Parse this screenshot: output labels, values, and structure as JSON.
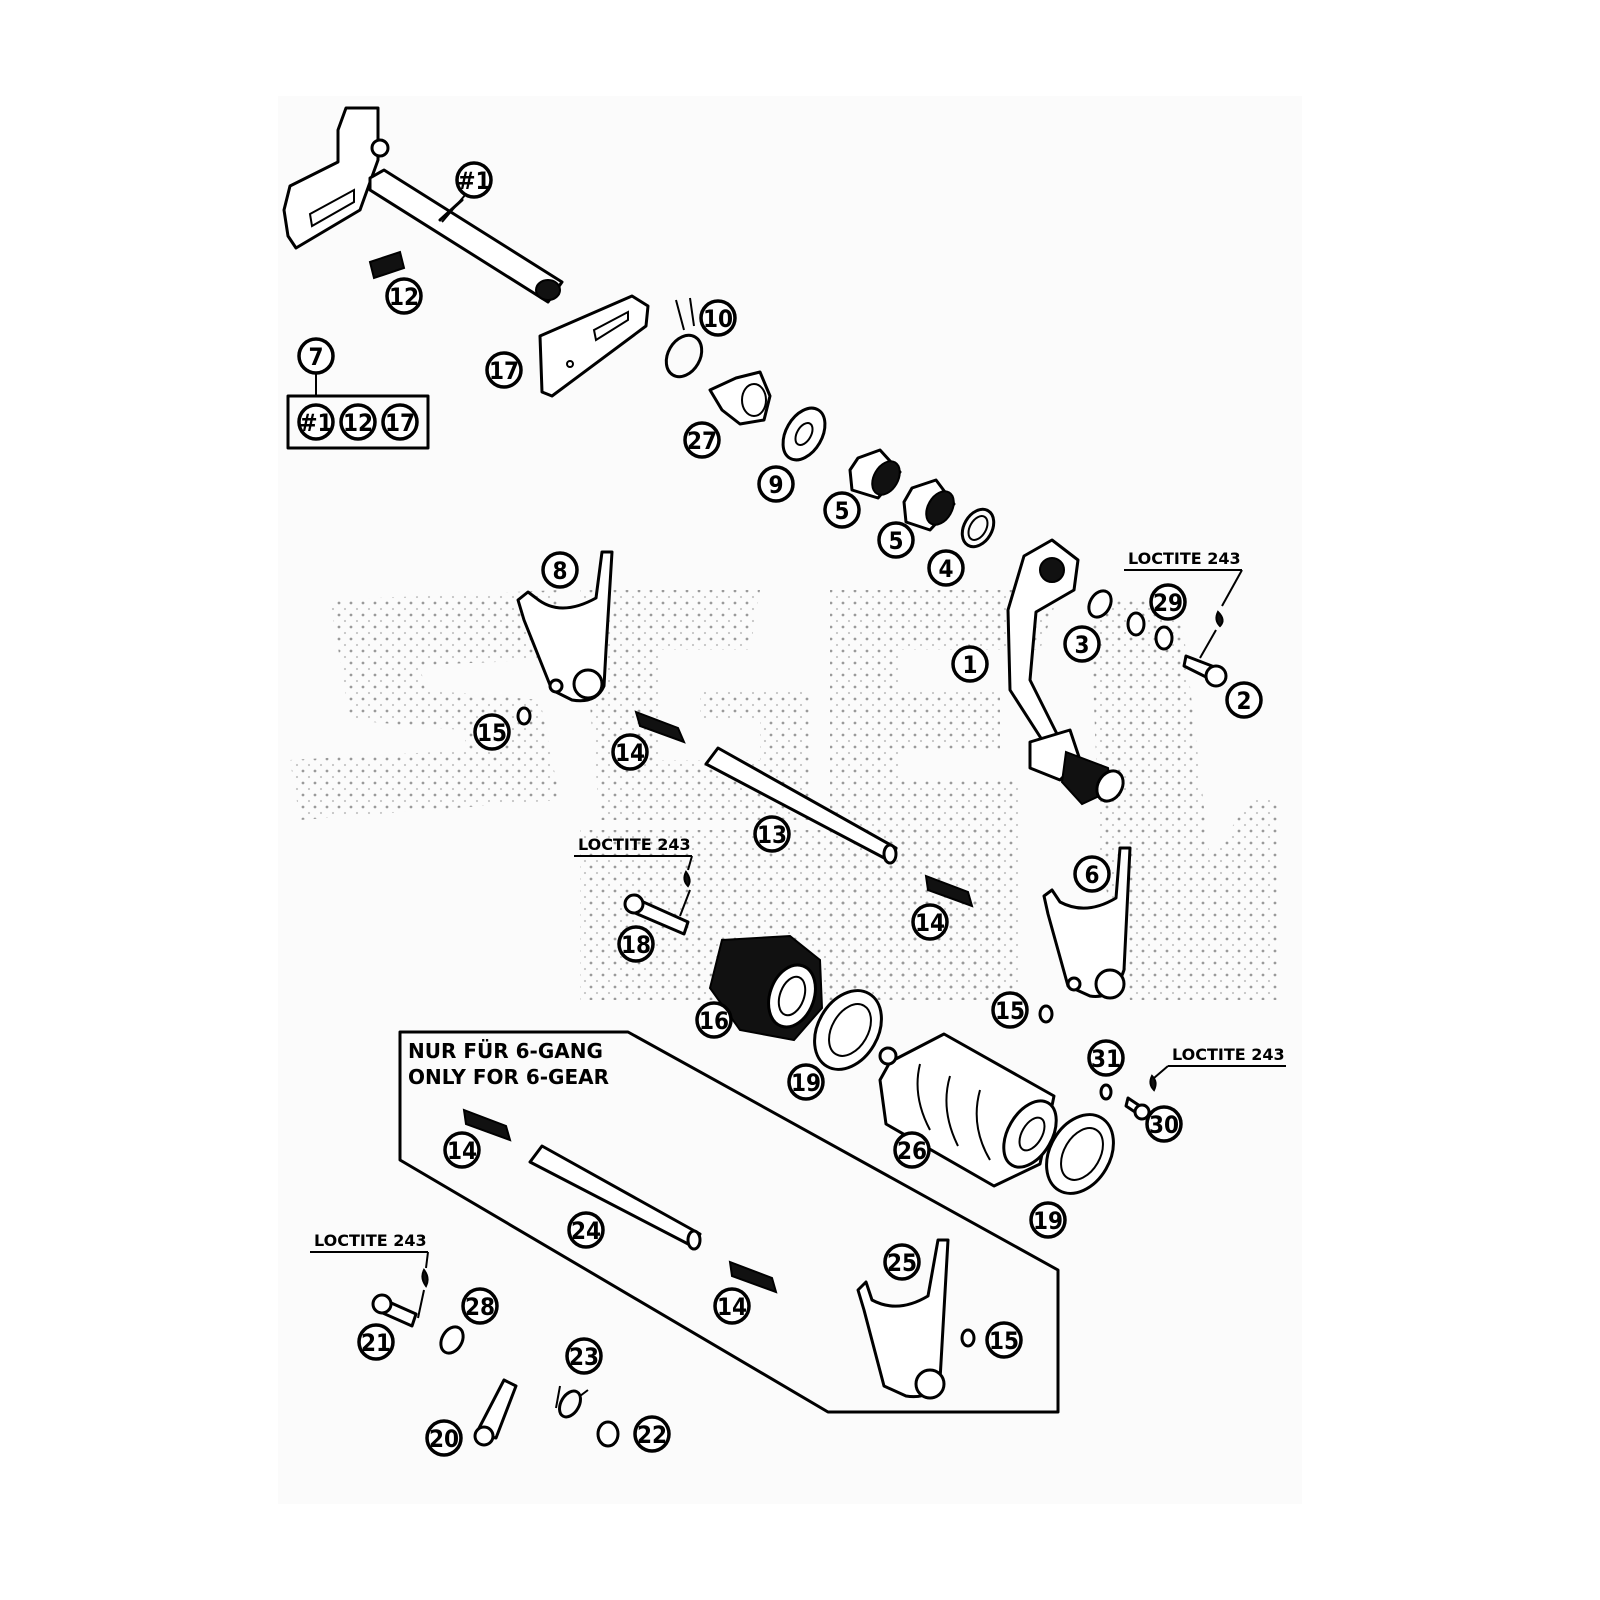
{
  "diagram": {
    "title": "Shift mechanism exploded view",
    "watermark": "SGEV",
    "kit": {
      "label": "7",
      "contents": [
        "#1",
        "12",
        "17"
      ]
    },
    "callouts": [
      {
        "id": "c-1a",
        "label": "#1",
        "part": "shift shaft"
      },
      {
        "id": "c-12",
        "label": "12",
        "part": "spring"
      },
      {
        "id": "c-17",
        "label": "17",
        "part": "shift plate"
      },
      {
        "id": "c-10",
        "label": "10",
        "part": "return spring"
      },
      {
        "id": "c-27",
        "label": "27",
        "part": "guide bushing"
      },
      {
        "id": "c-9",
        "label": "9",
        "part": "washer"
      },
      {
        "id": "c-5a",
        "label": "5",
        "part": "needle bearing"
      },
      {
        "id": "c-5b",
        "label": "5",
        "part": "needle bearing"
      },
      {
        "id": "c-4",
        "label": "4",
        "part": "shaft seal"
      },
      {
        "id": "c-1",
        "label": "1",
        "part": "shift lever"
      },
      {
        "id": "c-3",
        "label": "3",
        "part": "washer"
      },
      {
        "id": "c-29",
        "label": "29",
        "part": "lock washer"
      },
      {
        "id": "c-2",
        "label": "2",
        "part": "hex bolt"
      },
      {
        "id": "c-8",
        "label": "8",
        "part": "shift fork"
      },
      {
        "id": "c-15a",
        "label": "15",
        "part": "roller"
      },
      {
        "id": "c-14a",
        "label": "14",
        "part": "spring"
      },
      {
        "id": "c-13",
        "label": "13",
        "part": "shift rail"
      },
      {
        "id": "c-18",
        "label": "18",
        "part": "screw"
      },
      {
        "id": "c-14b",
        "label": "14",
        "part": "spring"
      },
      {
        "id": "c-6",
        "label": "6",
        "part": "shift fork"
      },
      {
        "id": "c-16",
        "label": "16",
        "part": "shift drum locating"
      },
      {
        "id": "c-15b",
        "label": "15",
        "part": "roller"
      },
      {
        "id": "c-19a",
        "label": "19",
        "part": "bearing"
      },
      {
        "id": "c-31",
        "label": "31",
        "part": "washer"
      },
      {
        "id": "c-30",
        "label": "30",
        "part": "screw"
      },
      {
        "id": "c-26",
        "label": "26",
        "part": "shift drum"
      },
      {
        "id": "c-19b",
        "label": "19",
        "part": "bearing"
      },
      {
        "id": "c-14c",
        "label": "14",
        "part": "spring"
      },
      {
        "id": "c-24",
        "label": "24",
        "part": "shift rail"
      },
      {
        "id": "c-14d",
        "label": "14",
        "part": "spring"
      },
      {
        "id": "c-25",
        "label": "25",
        "part": "shift fork"
      },
      {
        "id": "c-15c",
        "label": "15",
        "part": "roller"
      },
      {
        "id": "c-21",
        "label": "21",
        "part": "hex bolt"
      },
      {
        "id": "c-28",
        "label": "28",
        "part": "washer"
      },
      {
        "id": "c-23",
        "label": "23",
        "part": "spring"
      },
      {
        "id": "c-20",
        "label": "20",
        "part": "locking lever"
      },
      {
        "id": "c-22",
        "label": "22",
        "part": "roller"
      }
    ],
    "notes": {
      "loctite_1": "LOCTITE 243",
      "loctite_2": "LOCTITE 243",
      "loctite_3": "LOCTITE 243",
      "loctite_4": "LOCTITE 243",
      "six_gear_de": "NUR FÜR 6-GANG",
      "six_gear_en": "ONLY FOR 6-GEAR"
    }
  }
}
